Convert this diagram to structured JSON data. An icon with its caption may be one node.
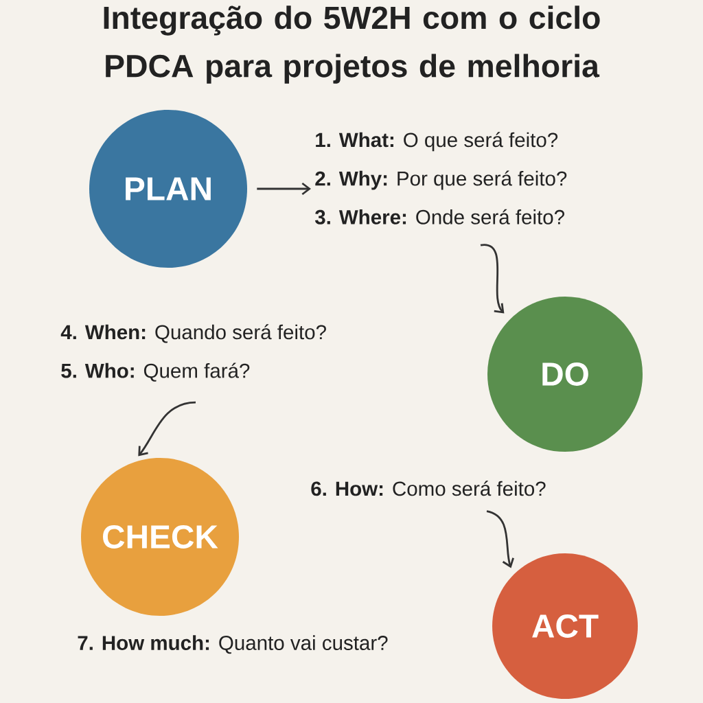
{
  "diagram": {
    "title": "Integração do 5W2H com o ciclo PDCA para projetos de melhoria",
    "nodes": [
      {
        "text": [
          "PLAN"
        ]
      },
      {
        "text": [
          "**1. What:** O que será feito?",
          "**2. Why:** Por que será feito?",
          "**3. Where:** Onde será feito?"
        ]
      },
      {
        "text": [
          "DO"
        ]
      },
      {
        "text": [
          "**4. When:** Quando será feito?",
          "**5. Who:** Quem fará?"
        ]
      },
      {
        "text": [
          "CHECK"
        ]
      },
      {
        "text": [
          "**6. How:** Como será feito?"
        ]
      },
      {
        "text": [
          "ACT"
        ]
      }
    ],
    "edges": [
      {
        "from": 0,
        "to": 1,
        "arrow": "to"
      },
      {
        "from": 1,
        "to": 2,
        "arrow": "to"
      },
      {
        "from": 3,
        "to": 4,
        "arrow": "to"
      },
      {
        "from": 5,
        "to": 6,
        "arrow": "to"
      }
    ],
    "labels": [
      "**7. How much:** Quanto vai custar?"
    ]
  }
}
